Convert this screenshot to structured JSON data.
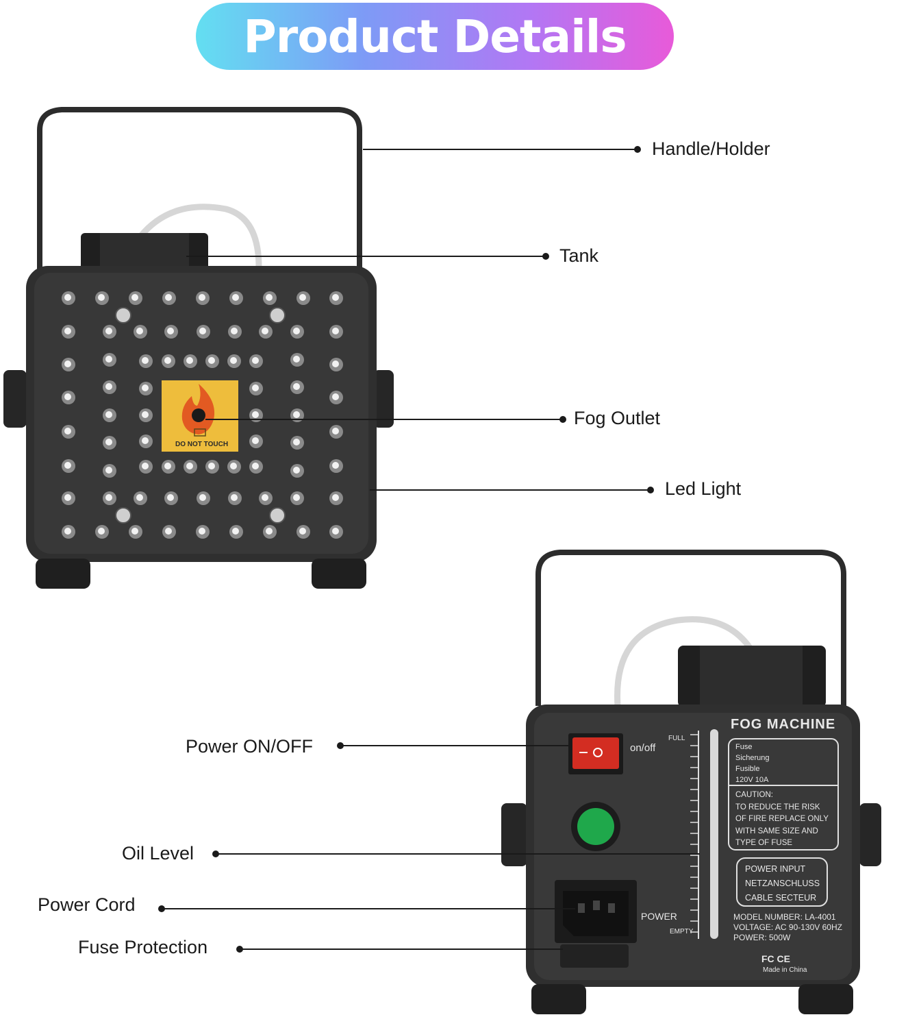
{
  "title": "Product Details",
  "callouts": {
    "handle": "Handle/Holder",
    "tank": "Tank",
    "fog_outlet": "Fog Outlet",
    "led_light": "Led Light",
    "power_switch": "Power ON/OFF",
    "oil_level": "Oil Level",
    "power_cord": "Power Cord",
    "fuse": "Fuse Protection"
  },
  "front_panel": {
    "warning_text": "DO NOT TOUCH"
  },
  "back_panel": {
    "brand": "FOG  MACHINE",
    "switch_label": "on/off",
    "level_full": "FULL",
    "level_empty": "EMPTY",
    "power_label": "POWER",
    "fuse_info": [
      "Fuse",
      "Sicherung",
      "Fusible",
      "120V 10A"
    ],
    "caution": [
      "CAUTION:",
      "TO REDUCE THE RISK",
      "OF FIRE REPLACE ONLY",
      "WITH SAME SIZE AND",
      "TYPE OF FUSE"
    ],
    "power_input": [
      "POWER INPUT",
      "NETZANSCHLUSS",
      "CABLE SECTEUR"
    ],
    "specs": [
      "MODEL NUMBER: LA-4001",
      "VOLTAGE: AC 90-130V 60HZ",
      "POWER: 500W"
    ],
    "cert": "FC CE",
    "origin": "Made in China"
  }
}
